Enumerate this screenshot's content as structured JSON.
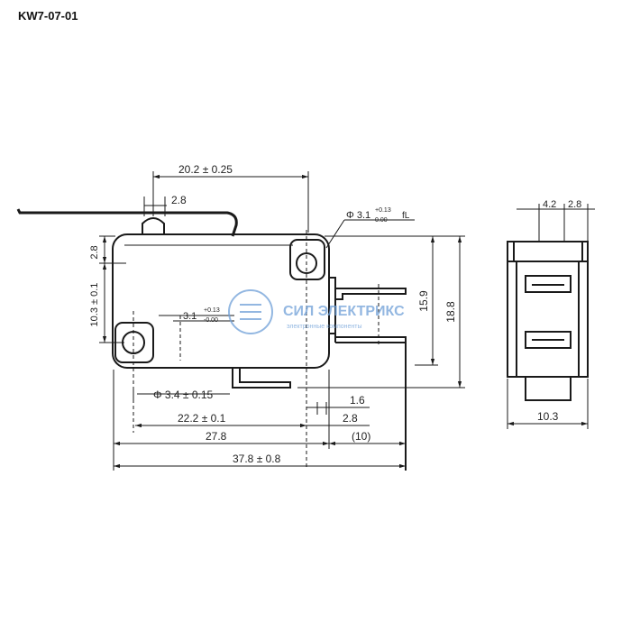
{
  "title": "KW7-07-01",
  "watermark": {
    "brand": "СИЛ ЭЛЕКТРИКС",
    "tagline": "электронные компоненты"
  },
  "dimensions": {
    "d_20_2": "20.2 ± 0.25",
    "d_2_8_top": "2.8",
    "d_2_8_left": "2.8",
    "d_hole_top_main": "Φ 3.1",
    "d_hole_top_tol_plus": "+0.13",
    "d_hole_top_tol_minus": "0.00",
    "d_hole_top_suffix": "fL",
    "d_10_3_left": "10.3 ± 0.1",
    "d_hole_inner_main": "3.1",
    "d_hole_inner_tol_plus": "+0.13",
    "d_hole_inner_tol_minus": "-0.00",
    "d_15_9": "15.9",
    "d_18_8": "18.8",
    "d_phi_3_4": "Φ 3.4 ± 0.15",
    "d_1_6": "1.6",
    "d_22_2": "22.2 ± 0.1",
    "d_2_8_bottom": "2.8",
    "d_27_8": "27.8",
    "d_10": "(10)",
    "d_37_8": "37.8 ± 0.8",
    "d_4_2": "4.2",
    "d_2_8_side": "2.8",
    "d_10_3_side": "10.3"
  },
  "colors": {
    "line": "#1a1a1a",
    "watermark": "#6fa0d8"
  }
}
